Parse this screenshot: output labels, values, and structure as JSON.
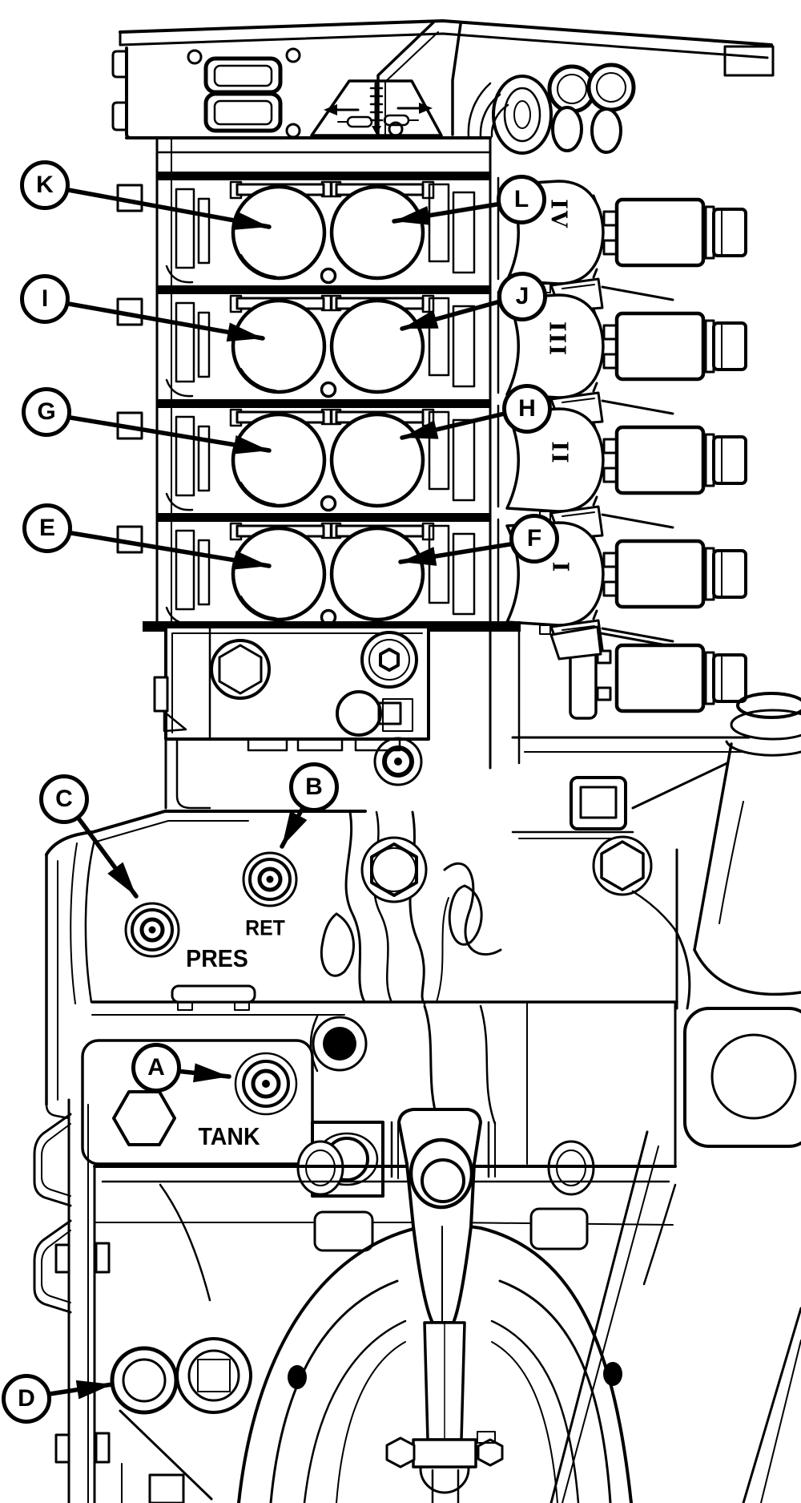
{
  "figure": {
    "background_color": "#ffffff",
    "line_color": "#000000"
  },
  "callouts": [
    {
      "letter": "A"
    },
    {
      "letter": "B"
    },
    {
      "letter": "C"
    },
    {
      "letter": "D"
    },
    {
      "letter": "E"
    },
    {
      "letter": "F"
    },
    {
      "letter": "G"
    },
    {
      "letter": "H"
    },
    {
      "letter": "I"
    },
    {
      "letter": "J"
    },
    {
      "letter": "K"
    },
    {
      "letter": "L"
    }
  ],
  "section_labels": [
    {
      "numeral": "IV"
    },
    {
      "numeral": "III"
    },
    {
      "numeral": "II"
    },
    {
      "numeral": "I"
    }
  ],
  "port_labels": [
    {
      "text": "PRES"
    },
    {
      "text": "RET"
    },
    {
      "text": "TANK"
    }
  ]
}
